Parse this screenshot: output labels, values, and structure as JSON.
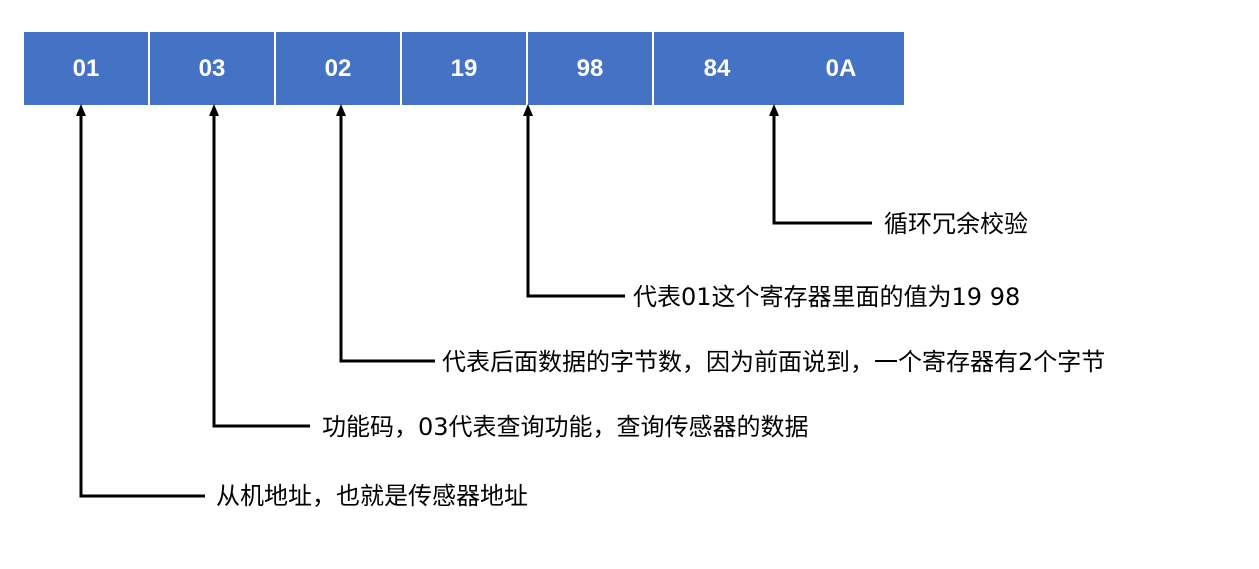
{
  "bytes": [
    "01",
    "03",
    "02",
    "19",
    "98",
    "84",
    "0A"
  ],
  "annotations": {
    "slave_address": "从机地址，也就是传感器地址",
    "function_code": "功能码，03代表查询功能，查询传感器的数据",
    "byte_count": "代表后面数据的字节数，因为前面说到，一个寄存器有2个字节",
    "register_value": "代表01这个寄存器里面的值为19 98",
    "crc": "循环冗余校验"
  },
  "colors": {
    "cell_fill": "#4472c4",
    "cell_text": "#ffffff",
    "line": "#000000"
  }
}
